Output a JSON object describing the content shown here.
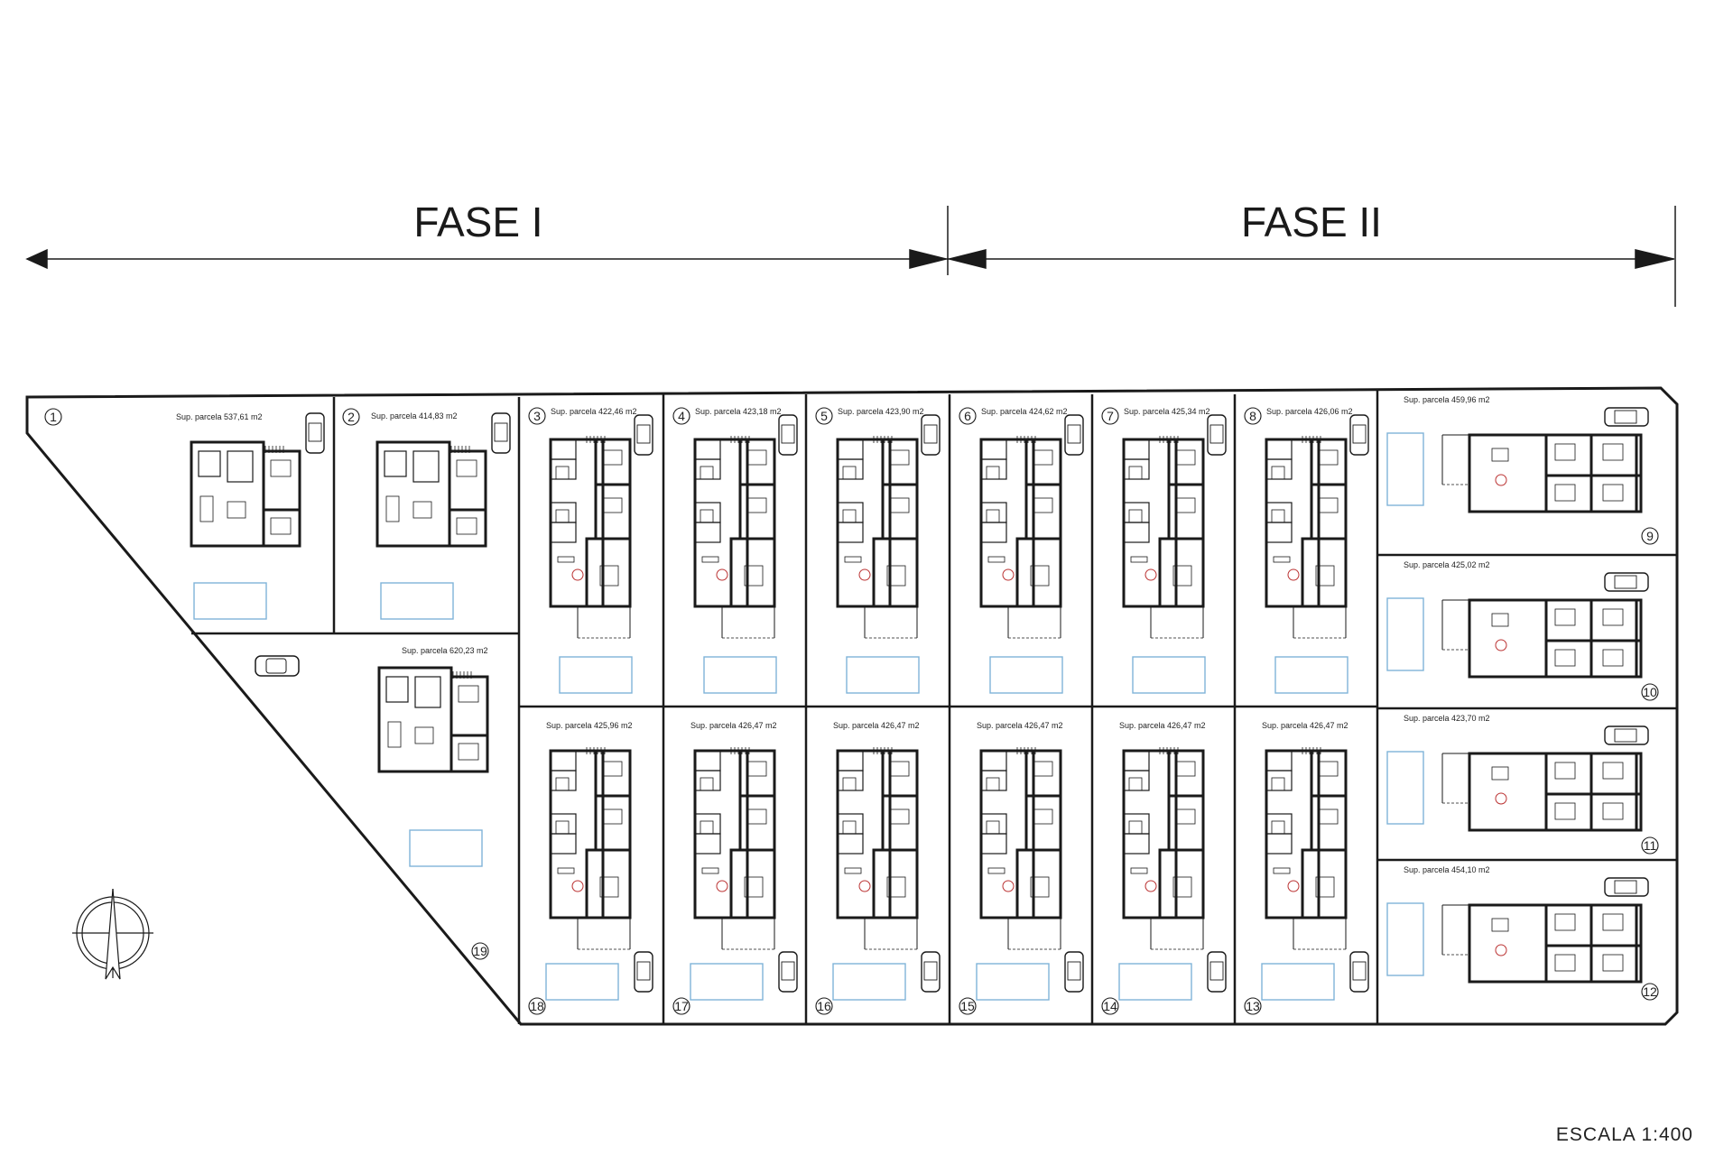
{
  "phases": [
    "FASE I",
    "FASE II"
  ],
  "scale_label": "ESCALA  1:400",
  "plots": [
    {
      "number": "1",
      "area": "Sup. parcela 537,61 m2"
    },
    {
      "number": "2",
      "area": "Sup. parcela 414,83 m2"
    },
    {
      "number": "3",
      "area": "Sup. parcela 422,46 m2"
    },
    {
      "number": "4",
      "area": "Sup. parcela 423,18 m2"
    },
    {
      "number": "5",
      "area": "Sup. parcela 423,90 m2"
    },
    {
      "number": "6",
      "area": "Sup. parcela 424,62 m2"
    },
    {
      "number": "7",
      "area": "Sup. parcela 425,34 m2"
    },
    {
      "number": "8",
      "area": "Sup. parcela 426,06 m2"
    },
    {
      "number": "9",
      "area": "Sup. parcela 459,96 m2"
    },
    {
      "number": "10",
      "area": "Sup. parcela 425,02 m2"
    },
    {
      "number": "11",
      "area": "Sup. parcela 423,70 m2"
    },
    {
      "number": "12",
      "area": "Sup. parcela 454,10 m2"
    },
    {
      "number": "13",
      "area": "Sup. parcela 426,47 m2"
    },
    {
      "number": "14",
      "area": "Sup. parcela 426,47 m2"
    },
    {
      "number": "15",
      "area": "Sup. parcela 426,47 m2"
    },
    {
      "number": "16",
      "area": "Sup. parcela 426,47 m2"
    },
    {
      "number": "17",
      "area": "Sup. parcela 426,47 m2"
    },
    {
      "number": "18",
      "area": "Sup. parcela 425,96 m2"
    },
    {
      "number": "19",
      "area": "Sup. parcela 620,23 m2"
    }
  ],
  "colors": {
    "ink": "#1a1a1a",
    "pool": "#7fb3d8",
    "paper": "#ffffff"
  }
}
